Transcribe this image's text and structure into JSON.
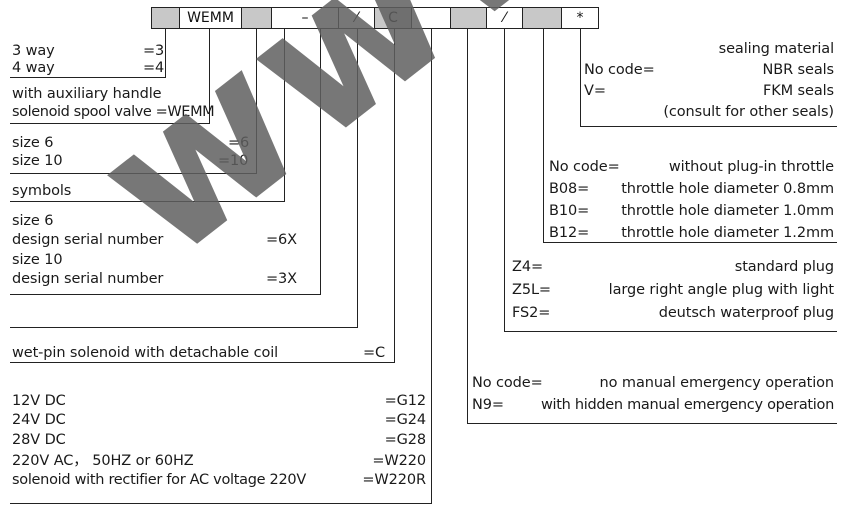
{
  "code_boxes": [
    "",
    "WEMM",
    "",
    "–",
    "⁄",
    "C",
    "",
    "",
    "⁄",
    "",
    "*"
  ],
  "left": {
    "way3_label": "3 way",
    "way3_code": "=3",
    "way4_label": "4 way",
    "way4_code": "=4",
    "handle_line1": "with auxiliary handle",
    "handle_line2": "solenoid spool valve =WEMM",
    "size6_label": "size 6",
    "size6_code": "=6",
    "size10_label": "size 10",
    "size10_code": "=10",
    "symbols": "symbols",
    "series_size6": "size 6",
    "series_dsn1": "design serial number",
    "series_code1": "=6X",
    "series_size10": "size 10",
    "series_dsn2": "design serial number",
    "series_code2": "=3X",
    "wetpin_label": "wet-pin solenoid with detachable coil",
    "wetpin_code": "=C",
    "v12_label": "12V DC",
    "v12_code": "=G12",
    "v24_label": "24V DC",
    "v24_code": "=G24",
    "v28_label": "28V DC",
    "v28_code": "=G28",
    "v220_label": "220V AC， 50HZ or 60HZ",
    "v220_code": "=W220",
    "vrect_label": "solenoid with rectifier for AC voltage 220V",
    "vrect_code": "=W220R"
  },
  "right": {
    "seal_title": "sealing material",
    "seal_nocode": "No code=",
    "seal_nbr": "NBR seals",
    "seal_v": "V=",
    "seal_fkm": "FKM seals",
    "seal_note": "(consult for other seals)",
    "thr_nocode": "No code=",
    "thr_none": "without plug-in throttle",
    "b08": "B08=",
    "b08_desc": "throttle hole diameter 0.8mm",
    "b10": "B10=",
    "b10_desc": "throttle hole diameter 1.0mm",
    "b12": "B12=",
    "b12_desc": "throttle hole diameter 1.2mm",
    "z4": "Z4=",
    "z4_desc": "standard plug",
    "z5l": "Z5L=",
    "z5l_desc": "large right angle plug with light",
    "fs2": "FS2=",
    "fs2_desc": "deutsch waterproof plug",
    "em_nocode": "No code=",
    "em_none": "no manual emergency operation",
    "n9": "N9=",
    "n9_desc": "with hidden manual emergency operation"
  },
  "watermark": "www.hv"
}
